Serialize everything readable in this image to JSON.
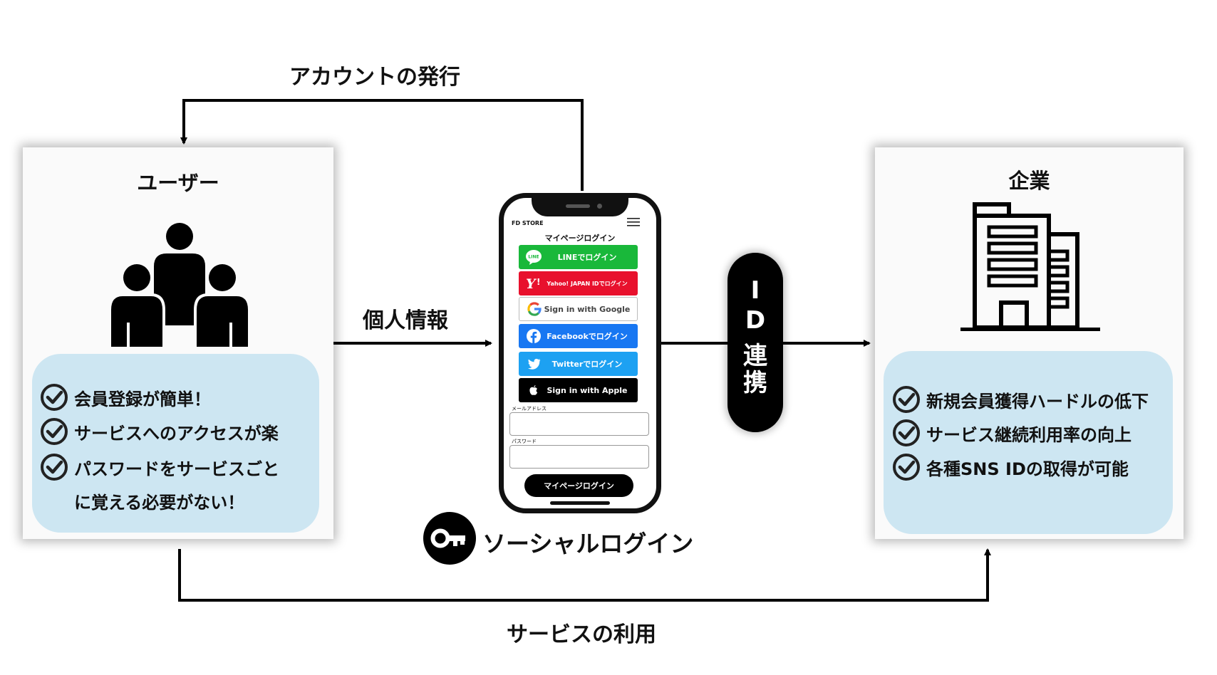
{
  "flows": {
    "account_issue": "アカウントの発行",
    "personal_info": "個人情報",
    "service_use": "サービスの利用"
  },
  "user_panel": {
    "title": "ユーザー",
    "icon": "people-group-icon",
    "benefits": [
      "会員登録が簡単！",
      "サービスへのアクセスが楽",
      "パスワードをサービスごと",
      "に覚える必要がない！"
    ]
  },
  "company_panel": {
    "title": "企業",
    "icon": "office-building-icon",
    "benefits": [
      "新規会員獲得ハードルの低下",
      "サービス継続利用率の向上",
      "各種SNS IDの取得が可能"
    ]
  },
  "phone": {
    "store": "FD STORE",
    "screen_title": "マイページログイン",
    "buttons": [
      {
        "label": "LINEでログイン",
        "icon": "line-icon",
        "color": "#19b83a"
      },
      {
        "label": "Yahoo! JAPAN IDでログイン",
        "icon": "yahoo-icon",
        "color": "#e8112d"
      },
      {
        "label": "Sign in with Google",
        "icon": "google-icon",
        "color": "#ffffff"
      },
      {
        "label": "Facebookでログイン",
        "icon": "facebook-icon",
        "color": "#1877f2"
      },
      {
        "label": "Twitterでログイン",
        "icon": "twitter-icon",
        "color": "#1da1f2"
      },
      {
        "label": "Sign in with Apple",
        "icon": "apple-icon",
        "color": "#000000"
      }
    ],
    "email_label": "メールアドレス",
    "password_label": "パスワード",
    "submit": "マイページログイン"
  },
  "social_login": {
    "label": "ソーシャルログイン",
    "icon": "key-icon"
  },
  "id_link": {
    "chars": [
      "I",
      "D",
      "連",
      "携"
    ]
  }
}
